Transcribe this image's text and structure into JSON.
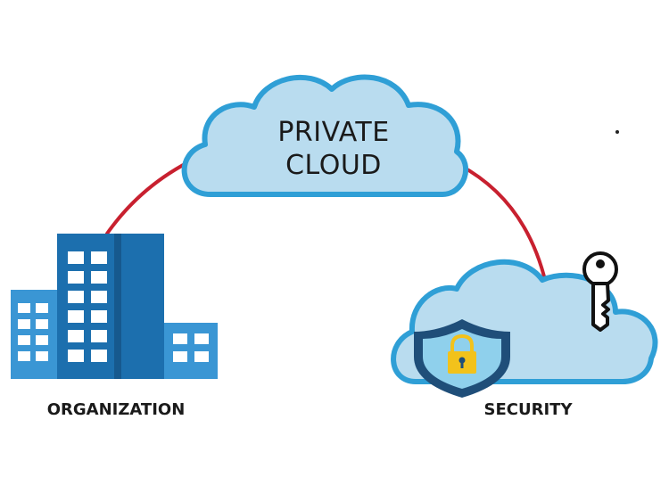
{
  "nodes": {
    "private_cloud": {
      "line1": "PRIVATE",
      "line2": "CLOUD"
    },
    "organization": {
      "label": "ORGANIZATION"
    },
    "security": {
      "label": "SECURITY"
    }
  },
  "colors": {
    "arc": "#c8202f",
    "cloud_fill": "#b9dcef",
    "cloud_stroke": "#2f9fd6",
    "building_dark": "#1c6fae",
    "building_light": "#3a96d4",
    "window": "#ffffff",
    "shield_outer": "#1f4e79",
    "shield_inner": "#8fd0ec",
    "lock": "#f2c21b",
    "key_stroke": "#111111"
  },
  "icons": [
    "building-icon",
    "shield-lock-icon",
    "key-icon",
    "cloud-icon"
  ]
}
